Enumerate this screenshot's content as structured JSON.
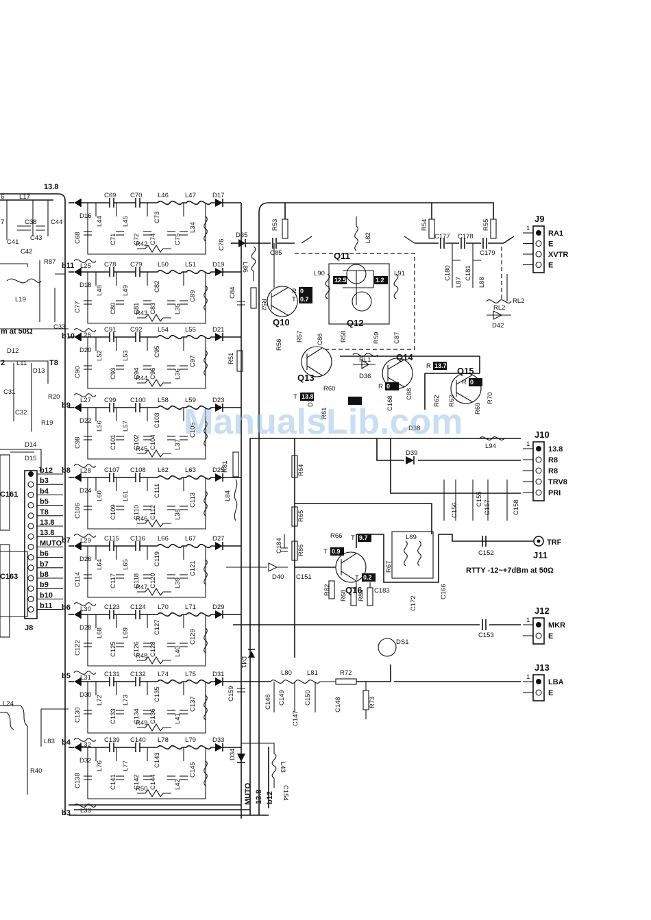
{
  "watermark": "ManualsLib.com",
  "supply": {
    "top": "13.8"
  },
  "left_edge": {
    "labels": [
      "6",
      "L17",
      "7",
      "C38",
      "C44",
      "C41",
      "C43",
      "C42",
      "R87",
      "L19",
      "C33",
      "m at 50Ω",
      "D12",
      "2",
      "L11",
      "D13",
      "T8",
      "C31",
      "C32",
      "R19",
      "R20",
      "D14",
      "D15",
      "C161",
      "C163",
      "L24",
      "L83",
      "R40"
    ]
  },
  "connector_j8": {
    "name": "J8",
    "pin1": "1",
    "pins": [
      "b12",
      "b3",
      "b4",
      "b5",
      "T8",
      "13.8",
      "13.8",
      "MUTO",
      "b6",
      "b7",
      "b8",
      "b9",
      "b10",
      "b11"
    ]
  },
  "band_bus_labels": [
    "b11",
    "b10",
    "b9",
    "b8",
    "b7",
    "b6",
    "b5",
    "b4",
    "b3"
  ],
  "filters": [
    {
      "diode_in": "D16",
      "l_in": "L25",
      "caps_top": [
        "C69",
        "C70"
      ],
      "inds_top": [
        "L46",
        "L47"
      ],
      "diode_out": "D17",
      "shunt": [
        "C68",
        "L44",
        "C71",
        "L45",
        "C72",
        "C73",
        "C74",
        "C75",
        "L34",
        "C76"
      ],
      "r": "R42"
    },
    {
      "diode_in": "D18",
      "l_in": "L26",
      "caps_top": [
        "C78",
        "C79"
      ],
      "inds_top": [
        "L50",
        "L51"
      ],
      "diode_out": "D19",
      "shunt": [
        "C77",
        "L48",
        "C80",
        "L49",
        "C81",
        "C82",
        "C83",
        "L35",
        "C89"
      ],
      "r": "R43"
    },
    {
      "diode_in": "D20",
      "l_in": "L27",
      "caps_top": [
        "C91",
        "C92"
      ],
      "inds_top": [
        "L54",
        "L55"
      ],
      "diode_out": "D21",
      "shunt": [
        "C90",
        "L52",
        "C93",
        "L53",
        "C94",
        "C95",
        "C96",
        "L36",
        "C97"
      ],
      "r": "R44"
    },
    {
      "diode_in": "D22",
      "l_in": "L28",
      "caps_top": [
        "C99",
        "C100"
      ],
      "inds_top": [
        "L58",
        "L59"
      ],
      "diode_out": "D23",
      "shunt": [
        "C98",
        "L56",
        "C101",
        "L57",
        "C102",
        "C103",
        "C104",
        "L37",
        "C105"
      ],
      "r": "R45"
    },
    {
      "diode_in": "D24",
      "l_in": "L29",
      "caps_top": [
        "C107",
        "C108"
      ],
      "inds_top": [
        "L62",
        "L63"
      ],
      "diode_out": "D25",
      "shunt": [
        "C106",
        "L60",
        "C109",
        "L61",
        "C110",
        "C111",
        "C112",
        "L38",
        "C113"
      ],
      "r": "R46"
    },
    {
      "diode_in": "D26",
      "l_in": "L30",
      "caps_top": [
        "C115",
        "C116"
      ],
      "inds_top": [
        "L66",
        "L67"
      ],
      "diode_out": "D27",
      "shunt": [
        "C114",
        "L64",
        "C117",
        "L65",
        "C118",
        "C119",
        "C120",
        "L39",
        "C121"
      ],
      "r": "R47"
    },
    {
      "diode_in": "D28",
      "l_in": "L31",
      "caps_top": [
        "C123",
        "C124"
      ],
      "inds_top": [
        "L70",
        "L71"
      ],
      "diode_out": "D29",
      "shunt": [
        "C122",
        "L68",
        "C125",
        "L69",
        "C126",
        "C127",
        "C128",
        "L40",
        "C129"
      ],
      "r": "R48"
    },
    {
      "diode_in": "D30",
      "l_in": "L32",
      "caps_top": [
        "C131",
        "C132"
      ],
      "inds_top": [
        "L74",
        "L75"
      ],
      "diode_out": "D31",
      "shunt": [
        "C130",
        "L72",
        "C133",
        "L73",
        "C134",
        "C135",
        "C136",
        "L41",
        "C137"
      ],
      "r": "R49"
    },
    {
      "diode_in": "D32",
      "l_in": "L33",
      "caps_top": [
        "C139",
        "C140"
      ],
      "inds_top": [
        "L78",
        "L79"
      ],
      "diode_out": "D33",
      "shunt": [
        "C138",
        "L76",
        "C141",
        "L77",
        "C142",
        "C143",
        "C144",
        "L42",
        "C145"
      ],
      "r": "R50"
    }
  ],
  "bus_labels": [
    "MUTO",
    "13.8",
    "b12"
  ],
  "mid_parts": [
    "D35",
    "C85",
    "L86",
    "R52",
    "C84",
    "R51",
    "R81",
    "L84",
    "D41",
    "C159",
    "D34",
    "L43",
    "C154",
    "D40"
  ],
  "transistors": [
    {
      "name": "Q10",
      "tag_r": "R",
      "tag_r_val": "0",
      "tag_t": "T",
      "tag_t_val": "0.7"
    },
    {
      "name": "Q11"
    },
    {
      "name": "Q12",
      "tag1": "12.5",
      "tag2": "1.2"
    },
    {
      "name": "Q13",
      "tag_t": "T",
      "tag_t_val": "13.8"
    },
    {
      "name": "Q14",
      "tag_r": "R",
      "tag_r_val": "0"
    },
    {
      "name": "Q15",
      "tag_r": "R",
      "tag_r_val": "13.7",
      "tag_r2_val": "0"
    },
    {
      "name": "Q16",
      "tag_t": "T",
      "tag_t_val": "0.9",
      "tag_t2_val": "9.7",
      "tag_t3_val": "0.2"
    }
  ],
  "center_parts": [
    "R53",
    "R54",
    "R55",
    "L82",
    "C177",
    "C178",
    "C179",
    "C180",
    "C181",
    "L87",
    "L88",
    "L90",
    "L91",
    "C86",
    "R58",
    "R59",
    "C87",
    "R56",
    "R57",
    "RL1",
    "D36",
    "R60",
    "D37",
    "R61",
    "C168",
    "C88",
    "R62",
    "R63",
    "R69",
    "R70",
    "D38",
    "L94",
    "D39",
    "R64",
    "R65",
    "C184",
    "R86",
    "R66",
    "C151",
    "R82",
    "R68",
    "R85",
    "C183",
    "R67",
    "L89",
    "C172",
    "C166",
    "C152",
    "C153",
    "L80",
    "L81",
    "R72",
    "C146",
    "C149",
    "C150",
    "C147",
    "C148",
    "R73",
    "DS1",
    "C155",
    "C156",
    "C157",
    "C158",
    "13.8"
  ],
  "relay_rl2": {
    "name": "RL2",
    "coil": "RL2",
    "diode": "D42"
  },
  "connectors_right": [
    {
      "name": "J9",
      "pin1": "1",
      "pins": [
        "RA1",
        "E",
        "XVTR",
        "E"
      ]
    },
    {
      "name": "J10",
      "pin1": "1",
      "pins": [
        "13.8",
        "R8",
        "R8",
        "TRV8",
        "PRI"
      ]
    },
    {
      "name": "J11",
      "pins": [
        "TRF"
      ]
    },
    {
      "name": "J12",
      "pin1": "1",
      "pins": [
        "MKR",
        "E"
      ]
    },
    {
      "name": "J13",
      "pin1": "1",
      "pins": [
        "LBA",
        "E"
      ]
    }
  ],
  "notes": {
    "rtty": "RTTY -12~+7dBm at 50Ω"
  }
}
